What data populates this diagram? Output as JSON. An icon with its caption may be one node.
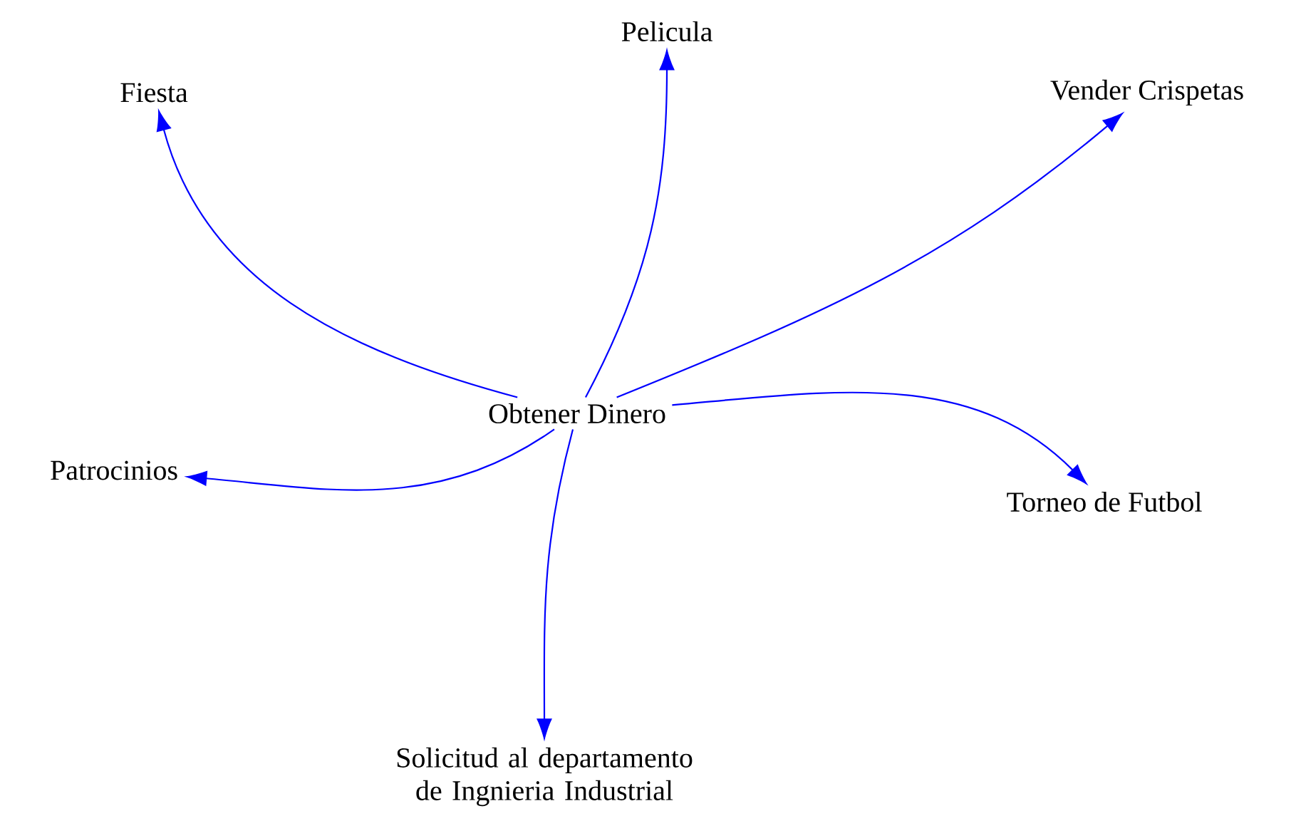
{
  "diagram": {
    "nodes": [
      {
        "text": [
          "Obtener Dinero"
        ]
      },
      {
        "text": [
          "Fiesta"
        ]
      },
      {
        "text": [
          "Pelicula"
        ]
      },
      {
        "text": [
          "Vender Crispetas"
        ]
      },
      {
        "text": [
          "Patrocinios"
        ]
      },
      {
        "text": [
          "Torneo de Futbol"
        ]
      },
      {
        "text": [
          "Solicitud al departamento de Ingnieria Industrial"
        ]
      }
    ],
    "edges": [
      {
        "from": 0,
        "to": 1,
        "arrow": "to"
      },
      {
        "from": 0,
        "to": 2,
        "arrow": "to"
      },
      {
        "from": 0,
        "to": 3,
        "arrow": "to"
      },
      {
        "from": 0,
        "to": 4,
        "arrow": "to"
      },
      {
        "from": 0,
        "to": 5,
        "arrow": "to"
      },
      {
        "from": 0,
        "to": 6,
        "arrow": "to"
      }
    ]
  }
}
